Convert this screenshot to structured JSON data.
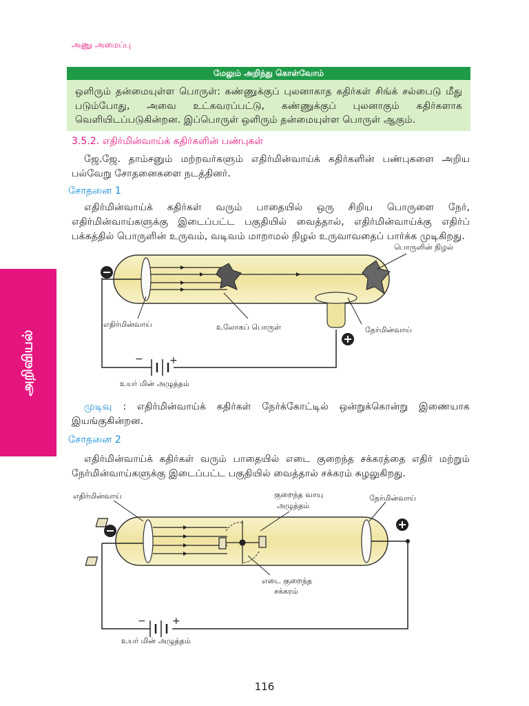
{
  "chapter_title": "அணு அமைப்பு",
  "info_box": {
    "header": "மேலும் அறிந்து கொள்வோம்",
    "body": "ஒளிரும் தன்மையுள்ள பொருள்: கண்ணுக்குப் புலனாகாத கதிர்கள் சிங்க் சல்பைடு மீது படும்போது, அவை உட்கவரப்பட்டு, கண்ணுக்குப் புலனாகும் கதிர்களாக வெளியிடப்படுகின்றன. இப்பொருள் ஒளிரும் தன்மையுள்ள பொருள் ஆகும்."
  },
  "section_heading": "3.5.2. எதிர்மின்வாய்க் கதிர்களின் பண்புகள்",
  "intro_text": "ஜே.ஜே. தாம்சனும் மற்றவர்களும் எதிர்மின்வாய்க் கதிர்களின் பண்புகளை அறிய பல்வேறு சோதனைகளை நடத்தினர்.",
  "experiment1": {
    "title": "சோதனை 1",
    "text": "எதிர்மின்வாய்க் கதிர்கள் வரும் பாதையில் ஒரு சிறிய பொருளை நேர், எதிர்மின்வாய்களுக்கு இடைப்பட்ட பகுதியில் வைத்தால், எதிர்மின்வாய்க்கு எதிர்ப் பக்கத்தில் பொருளின் உருவம், வடிவம் மாறாமல் நிழல் உருவாவதைப் பார்க்க முடிகிறது.",
    "diagram": {
      "shadow_label": "பொருளின் நிழல்",
      "cathode_label": "எதிர்மின்வாய்",
      "object_label": "உலோகப் பொருள்",
      "anode_label": "நேர்மின்வாய்",
      "voltage_label": "உயர் மின் அழுத்தம்",
      "minus": "−",
      "plus": "+"
    }
  },
  "conclusion": {
    "label": "முடிவு",
    "separator": " : ",
    "text": "எதிர்மின்வாய்க் கதிர்கள் நேர்க்கோட்டில் ஒன்றுக்கொன்று இணையாக இயங்குகின்றன."
  },
  "experiment2": {
    "title": "சோதனை 2",
    "text": "எதிர்மின்வாய்க் கதிர்கள் வரும் பாதையில் எடை குறைந்த சக்கரத்தை எதிர் மற்றும் நேர்மின்வாய்களுக்கு இடைப்பட்ட பகுதியில் வைத்தால் சக்கரம் சுழலுகிறது.",
    "diagram": {
      "cathode_label": "எதிர்மின்வாய்",
      "pressure_label_1": "குறைந்த வாயு",
      "pressure_label_2": "அழுத்தம்",
      "anode_label": "நேர்மின்வாய்",
      "wheel_label_1": "எடை குறைந்த",
      "wheel_label_2": "சக்கரம்",
      "voltage_label": "உயர் மின் அழுத்தம்",
      "minus": "−",
      "plus": "+"
    }
  },
  "side_tab": "அறிவியல்",
  "page_number": "116",
  "colors": {
    "accent_pink": "#e4157f",
    "green_header": "#1f9b48",
    "green_body": "#d9efc9",
    "blue_heading": "#1a8fd6",
    "tube_fill": "#f3ecb4"
  }
}
